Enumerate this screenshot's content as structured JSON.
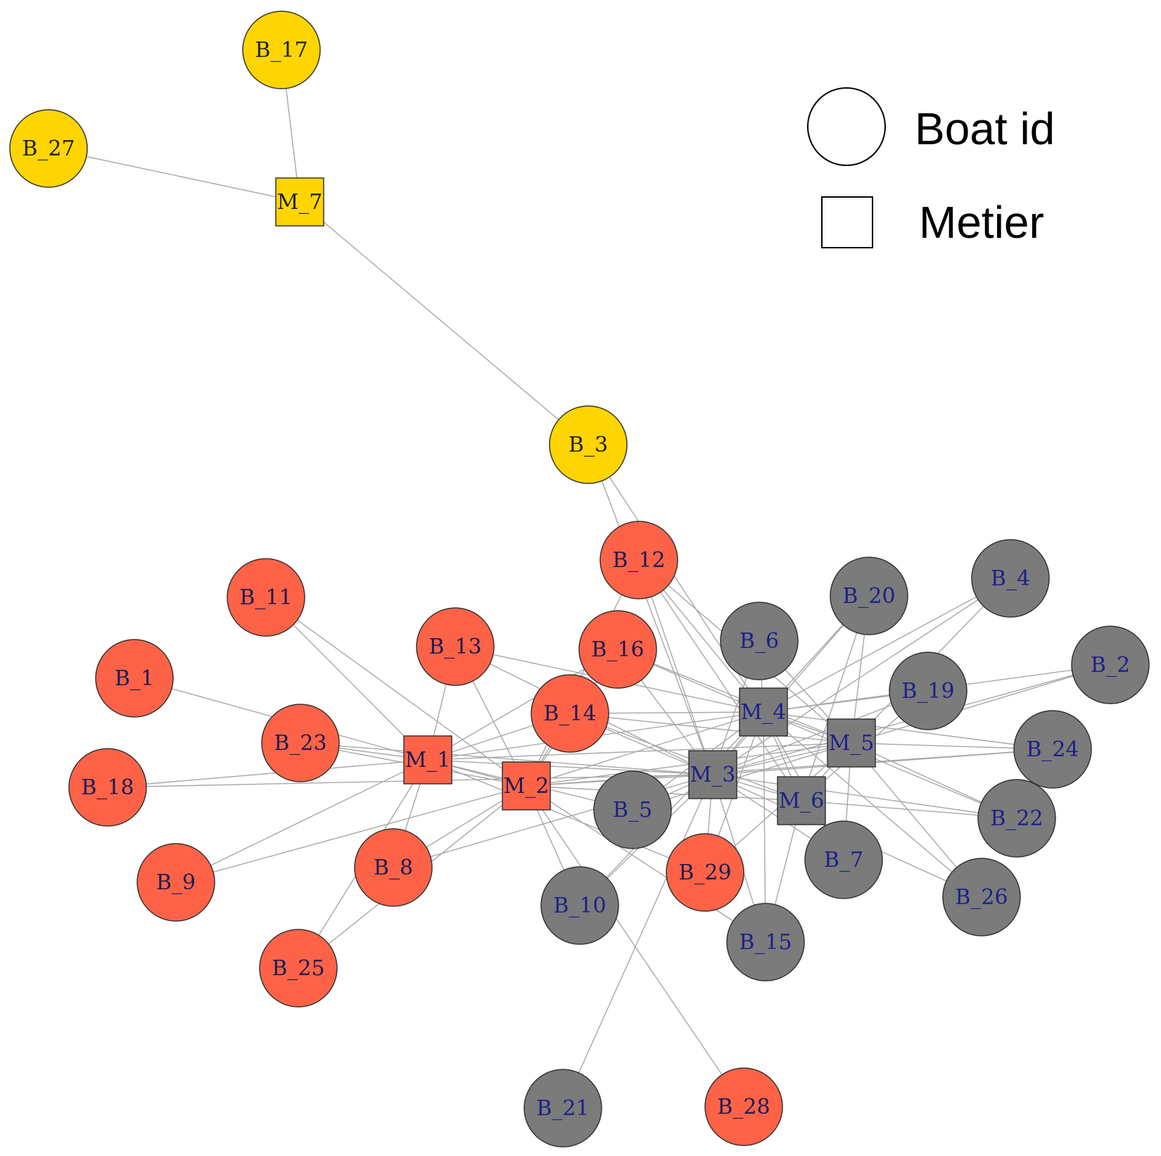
{
  "colors": {
    "cluster_yellow": "#FFD500",
    "cluster_red": "#FF6347",
    "cluster_gray": "#7B7B7B",
    "label_red_text": "#1b1b55",
    "label_gray_text": "#1f1f8a",
    "label_yellow_text": "#222222",
    "edge": "#a8a8a8",
    "node_stroke": "#333333"
  },
  "legend": {
    "boat_label": "Boat id",
    "metier_label": "Metier"
  },
  "nodes": [
    {
      "id": "B_17",
      "kind": "boat",
      "group": "yellow"
    },
    {
      "id": "B_27",
      "kind": "boat",
      "group": "yellow"
    },
    {
      "id": "M_7",
      "kind": "metier",
      "group": "yellow"
    },
    {
      "id": "B_3",
      "kind": "boat",
      "group": "yellow"
    },
    {
      "id": "B_12",
      "kind": "boat",
      "group": "red"
    },
    {
      "id": "B_11",
      "kind": "boat",
      "group": "red"
    },
    {
      "id": "B_13",
      "kind": "boat",
      "group": "red"
    },
    {
      "id": "B_16",
      "kind": "boat",
      "group": "red"
    },
    {
      "id": "B_1",
      "kind": "boat",
      "group": "red"
    },
    {
      "id": "B_14",
      "kind": "boat",
      "group": "red"
    },
    {
      "id": "B_23",
      "kind": "boat",
      "group": "red"
    },
    {
      "id": "M_1",
      "kind": "metier",
      "group": "red"
    },
    {
      "id": "B_18",
      "kind": "boat",
      "group": "red"
    },
    {
      "id": "M_2",
      "kind": "metier",
      "group": "red"
    },
    {
      "id": "B_9",
      "kind": "boat",
      "group": "red"
    },
    {
      "id": "B_8",
      "kind": "boat",
      "group": "red"
    },
    {
      "id": "B_25",
      "kind": "boat",
      "group": "red"
    },
    {
      "id": "B_29",
      "kind": "boat",
      "group": "red"
    },
    {
      "id": "B_28",
      "kind": "boat",
      "group": "red"
    },
    {
      "id": "B_20",
      "kind": "boat",
      "group": "gray"
    },
    {
      "id": "B_4",
      "kind": "boat",
      "group": "gray"
    },
    {
      "id": "B_6",
      "kind": "boat",
      "group": "gray"
    },
    {
      "id": "B_2",
      "kind": "boat",
      "group": "gray"
    },
    {
      "id": "B_19",
      "kind": "boat",
      "group": "gray"
    },
    {
      "id": "M_4",
      "kind": "metier",
      "group": "gray"
    },
    {
      "id": "B_24",
      "kind": "boat",
      "group": "gray"
    },
    {
      "id": "M_5",
      "kind": "metier",
      "group": "gray"
    },
    {
      "id": "M_3",
      "kind": "metier",
      "group": "gray"
    },
    {
      "id": "M_6",
      "kind": "metier",
      "group": "gray"
    },
    {
      "id": "B_22",
      "kind": "boat",
      "group": "gray"
    },
    {
      "id": "B_5",
      "kind": "boat",
      "group": "gray"
    },
    {
      "id": "B_7",
      "kind": "boat",
      "group": "gray"
    },
    {
      "id": "B_26",
      "kind": "boat",
      "group": "gray"
    },
    {
      "id": "B_10",
      "kind": "boat",
      "group": "gray"
    },
    {
      "id": "B_15",
      "kind": "boat",
      "group": "gray"
    },
    {
      "id": "B_21",
      "kind": "boat",
      "group": "gray"
    }
  ],
  "edges": [
    [
      "B_17",
      "M_7"
    ],
    [
      "B_27",
      "M_7"
    ],
    [
      "M_7",
      "B_3"
    ],
    [
      "B_3",
      "M_3"
    ],
    [
      "B_3",
      "M_4"
    ],
    [
      "B_12",
      "M_2"
    ],
    [
      "B_12",
      "M_3"
    ],
    [
      "B_12",
      "M_4"
    ],
    [
      "B_12",
      "M_5"
    ],
    [
      "B_12",
      "M_6"
    ],
    [
      "B_11",
      "M_1"
    ],
    [
      "B_11",
      "M_2"
    ],
    [
      "B_13",
      "M_1"
    ],
    [
      "B_13",
      "M_2"
    ],
    [
      "B_13",
      "M_3"
    ],
    [
      "B_13",
      "M_4"
    ],
    [
      "B_16",
      "M_1"
    ],
    [
      "B_16",
      "M_2"
    ],
    [
      "B_16",
      "M_3"
    ],
    [
      "B_16",
      "M_4"
    ],
    [
      "B_16",
      "M_5"
    ],
    [
      "B_1",
      "M_1"
    ],
    [
      "B_14",
      "M_1"
    ],
    [
      "B_14",
      "M_2"
    ],
    [
      "B_14",
      "M_3"
    ],
    [
      "B_14",
      "M_4"
    ],
    [
      "B_14",
      "M_5"
    ],
    [
      "B_14",
      "M_6"
    ],
    [
      "B_23",
      "M_1"
    ],
    [
      "B_23",
      "M_2"
    ],
    [
      "B_23",
      "M_3"
    ],
    [
      "B_18",
      "M_1"
    ],
    [
      "B_18",
      "M_3"
    ],
    [
      "B_9",
      "M_1"
    ],
    [
      "B_9",
      "M_2"
    ],
    [
      "B_8",
      "M_1"
    ],
    [
      "B_8",
      "M_2"
    ],
    [
      "B_8",
      "M_3"
    ],
    [
      "B_25",
      "M_1"
    ],
    [
      "B_25",
      "M_2"
    ],
    [
      "B_29",
      "M_1"
    ],
    [
      "B_29",
      "M_3"
    ],
    [
      "B_29",
      "M_4"
    ],
    [
      "B_29",
      "M_5"
    ],
    [
      "B_28",
      "M_2"
    ],
    [
      "M_1",
      "M_2"
    ],
    [
      "M_1",
      "M_3"
    ],
    [
      "M_1",
      "M_4"
    ],
    [
      "M_1",
      "M_5"
    ],
    [
      "M_2",
      "M_3"
    ],
    [
      "M_2",
      "M_4"
    ],
    [
      "M_2",
      "M_5"
    ],
    [
      "M_2",
      "M_6"
    ],
    [
      "M_3",
      "M_4"
    ],
    [
      "M_3",
      "M_5"
    ],
    [
      "M_3",
      "M_6"
    ],
    [
      "M_4",
      "M_5"
    ],
    [
      "M_4",
      "M_6"
    ],
    [
      "M_5",
      "M_6"
    ],
    [
      "B_20",
      "M_3"
    ],
    [
      "B_20",
      "M_4"
    ],
    [
      "B_20",
      "M_5"
    ],
    [
      "B_20",
      "M_6"
    ],
    [
      "B_4",
      "M_3"
    ],
    [
      "B_4",
      "M_4"
    ],
    [
      "B_4",
      "M_5"
    ],
    [
      "B_6",
      "M_3"
    ],
    [
      "B_6",
      "M_4"
    ],
    [
      "B_6",
      "M_5"
    ],
    [
      "B_2",
      "M_3"
    ],
    [
      "B_2",
      "M_4"
    ],
    [
      "B_2",
      "M_5"
    ],
    [
      "B_19",
      "M_3"
    ],
    [
      "B_19",
      "M_4"
    ],
    [
      "B_19",
      "M_6"
    ],
    [
      "B_24",
      "M_3"
    ],
    [
      "B_24",
      "M_4"
    ],
    [
      "B_24",
      "M_5"
    ],
    [
      "B_24",
      "M_2"
    ],
    [
      "B_22",
      "M_3"
    ],
    [
      "B_22",
      "M_4"
    ],
    [
      "B_22",
      "M_5"
    ],
    [
      "B_22",
      "M_6"
    ],
    [
      "B_5",
      "M_3"
    ],
    [
      "B_5",
      "M_4"
    ],
    [
      "B_5",
      "M_5"
    ],
    [
      "B_5",
      "M_1"
    ],
    [
      "B_7",
      "M_3"
    ],
    [
      "B_7",
      "M_4"
    ],
    [
      "B_7",
      "M_5"
    ],
    [
      "B_26",
      "M_3"
    ],
    [
      "B_26",
      "M_4"
    ],
    [
      "B_26",
      "M_5"
    ],
    [
      "B_10",
      "M_2"
    ],
    [
      "B_10",
      "M_3"
    ],
    [
      "B_10",
      "M_4"
    ],
    [
      "B_15",
      "M_3"
    ],
    [
      "B_15",
      "M_4"
    ],
    [
      "B_15",
      "M_6"
    ],
    [
      "B_15",
      "M_2"
    ],
    [
      "B_21",
      "M_3"
    ]
  ]
}
